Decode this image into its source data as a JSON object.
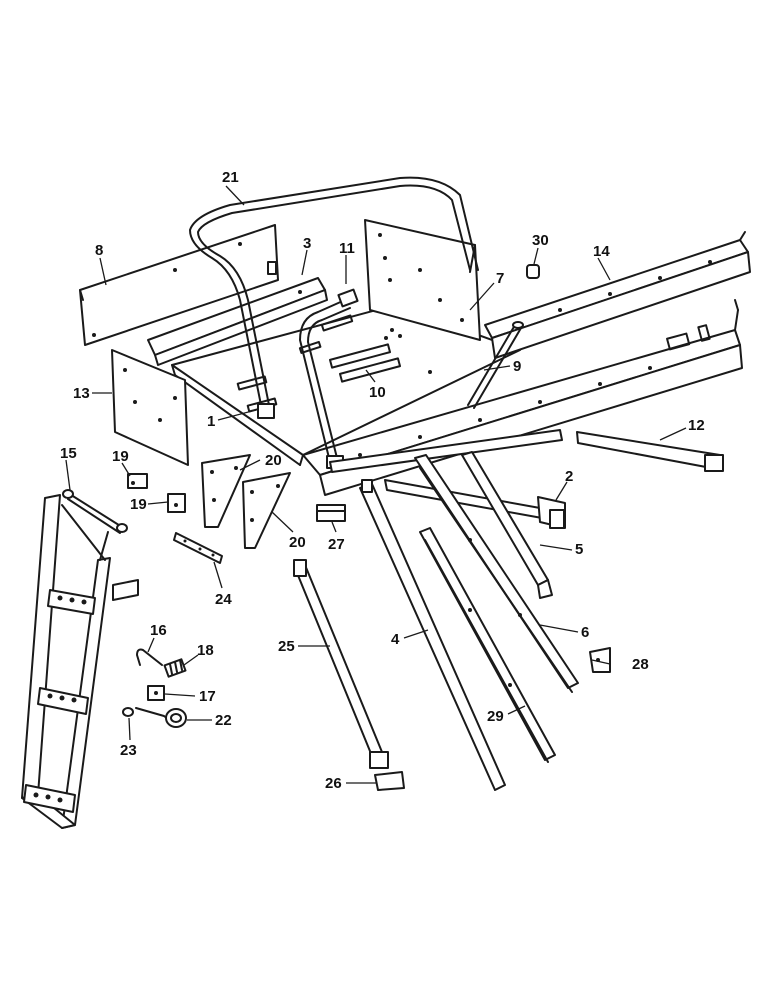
{
  "callouts": {
    "c1": "1",
    "c2": "2",
    "c3": "3",
    "c4": "4",
    "c5": "5",
    "c6": "6",
    "c7": "7",
    "c8": "8",
    "c9": "9",
    "c10": "10",
    "c11": "11",
    "c12": "12",
    "c13": "13",
    "c14": "14",
    "c15": "15",
    "c16": "16",
    "c17": "17",
    "c18": "18",
    "c19a": "19",
    "c19b": "19",
    "c20a": "20",
    "c20b": "20",
    "c21": "21",
    "c22": "22",
    "c23": "23",
    "c24": "24",
    "c25": "25",
    "c26": "26",
    "c27": "27",
    "c28": "28",
    "c29": "29",
    "c30": "30"
  }
}
